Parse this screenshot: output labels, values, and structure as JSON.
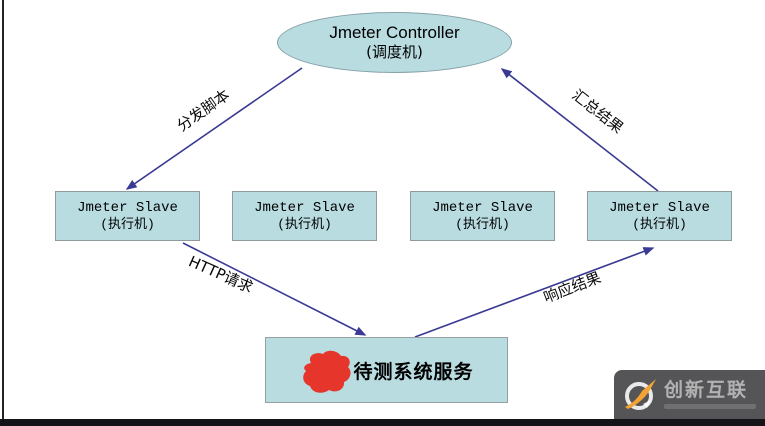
{
  "diagram": {
    "controller": {
      "title": "Jmeter Controller",
      "subtitle": "(调度机)"
    },
    "slaves": [
      {
        "title": "Jmeter Slave",
        "subtitle": "(执行机)"
      },
      {
        "title": "Jmeter Slave",
        "subtitle": "(执行机)"
      },
      {
        "title": "Jmeter Slave",
        "subtitle": "(执行机)"
      },
      {
        "title": "Jmeter Slave",
        "subtitle": "(执行机)"
      }
    ],
    "system": {
      "label": "待测系统服务"
    },
    "arrow_labels": {
      "distribute": "分发脚本",
      "aggregate": "汇总结果",
      "http": "HTTP请求",
      "response": "响应结果"
    }
  },
  "watermark": {
    "brand": "创新互联"
  },
  "colors": {
    "node_fill": "#b9dce1",
    "node_border": "#86a1a9",
    "arrow": "#3a3a94",
    "blob_red": "#e6352b",
    "watermark_bg": "rgba(70,70,74,0.92)",
    "logo_orange": "#f2a334"
  }
}
